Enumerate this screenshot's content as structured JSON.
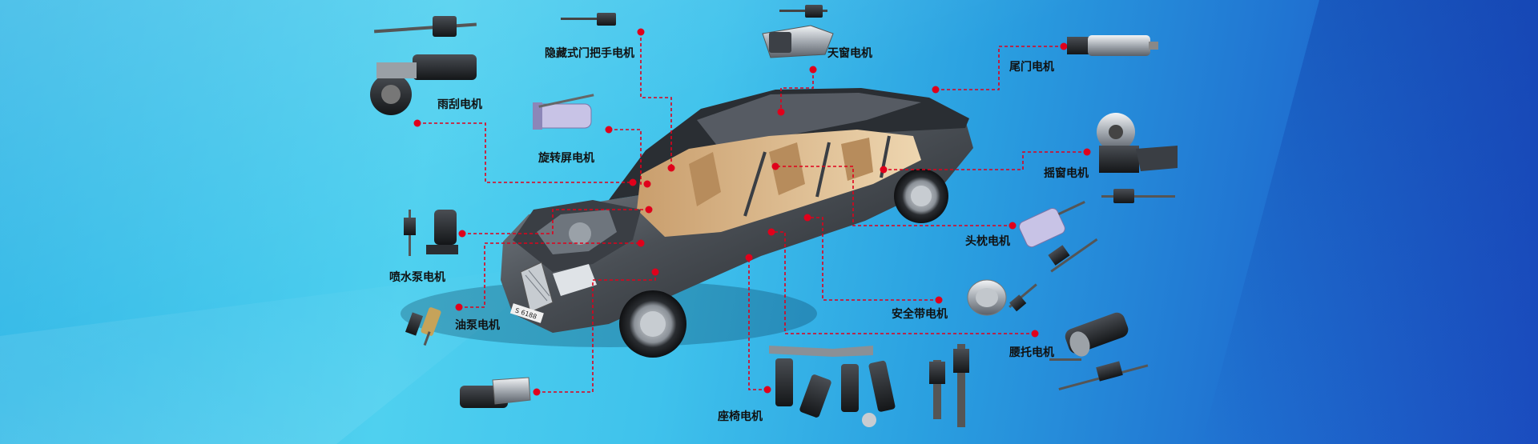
{
  "components": [
    {
      "id": "wiper-motor",
      "label": "雨刮电机"
    },
    {
      "id": "hidden-door-handle-motor",
      "label": "隐藏式门把手电机"
    },
    {
      "id": "sunroof-motor",
      "label": "天窗电机"
    },
    {
      "id": "tailgate-motor",
      "label": "尾门电机"
    },
    {
      "id": "rotating-screen-motor",
      "label": "旋转屏电机"
    },
    {
      "id": "window-lift-motor",
      "label": "摇窗电机"
    },
    {
      "id": "headrest-motor",
      "label": "头枕电机"
    },
    {
      "id": "washer-pump-motor",
      "label": "喷水泵电机"
    },
    {
      "id": "seatbelt-motor",
      "label": "安全带电机"
    },
    {
      "id": "fuel-pump-motor",
      "label": "油泵电机"
    },
    {
      "id": "lumbar-support-motor",
      "label": "腰托电机"
    },
    {
      "id": "seat-motor",
      "label": "座椅电机"
    }
  ],
  "colors": {
    "leader_line": "#e0001b",
    "label_text": "#111111",
    "car_body": "#4a4f55",
    "interior": "#d8b68a"
  },
  "car": {
    "plate": "S 6188"
  }
}
